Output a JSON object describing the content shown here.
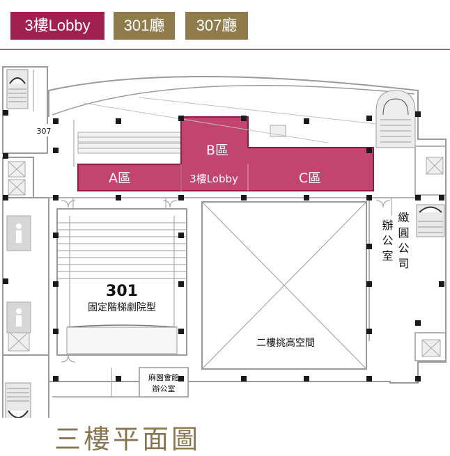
{
  "tabs": [
    {
      "label": "3樓Lobby",
      "color": "#a0214f"
    },
    {
      "label": "301廳",
      "color": "#8f7b4c"
    },
    {
      "label": "307廳",
      "color": "#8f7b4c"
    }
  ],
  "plan": {
    "zone_a": "A區",
    "zone_b": "B區",
    "zone_c": "C區",
    "lobby": "3樓Lobby",
    "hall_number": "301",
    "hall_desc": "固定階梯劇院型",
    "room_307": "307",
    "atrium": "二樓挑高空間",
    "office_line1": "緻圓公司",
    "office_line2": "辦公室",
    "admin_line1": "麻園會館",
    "admin_line2": "辦公室",
    "highlight_color": "#c2456f"
  },
  "title": "三樓平面圖"
}
